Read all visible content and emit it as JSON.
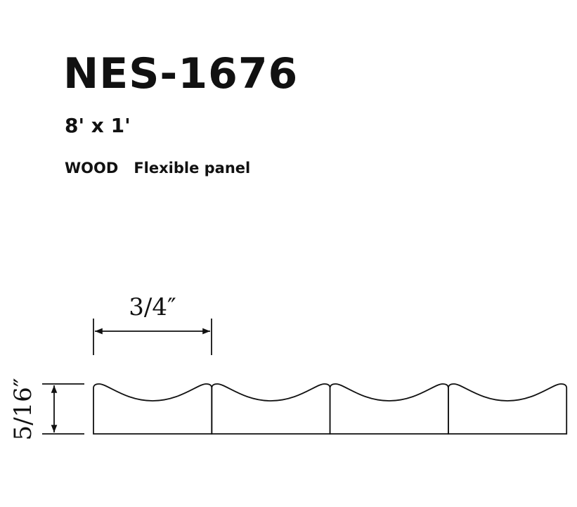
{
  "product": {
    "code": "NES-1676",
    "size": "8' x 1'",
    "material": "WOOD",
    "type": "Flexible panel"
  },
  "drawing": {
    "width_dimension": "3/4″",
    "height_dimension": "5/16″",
    "line_color": "#111111"
  }
}
